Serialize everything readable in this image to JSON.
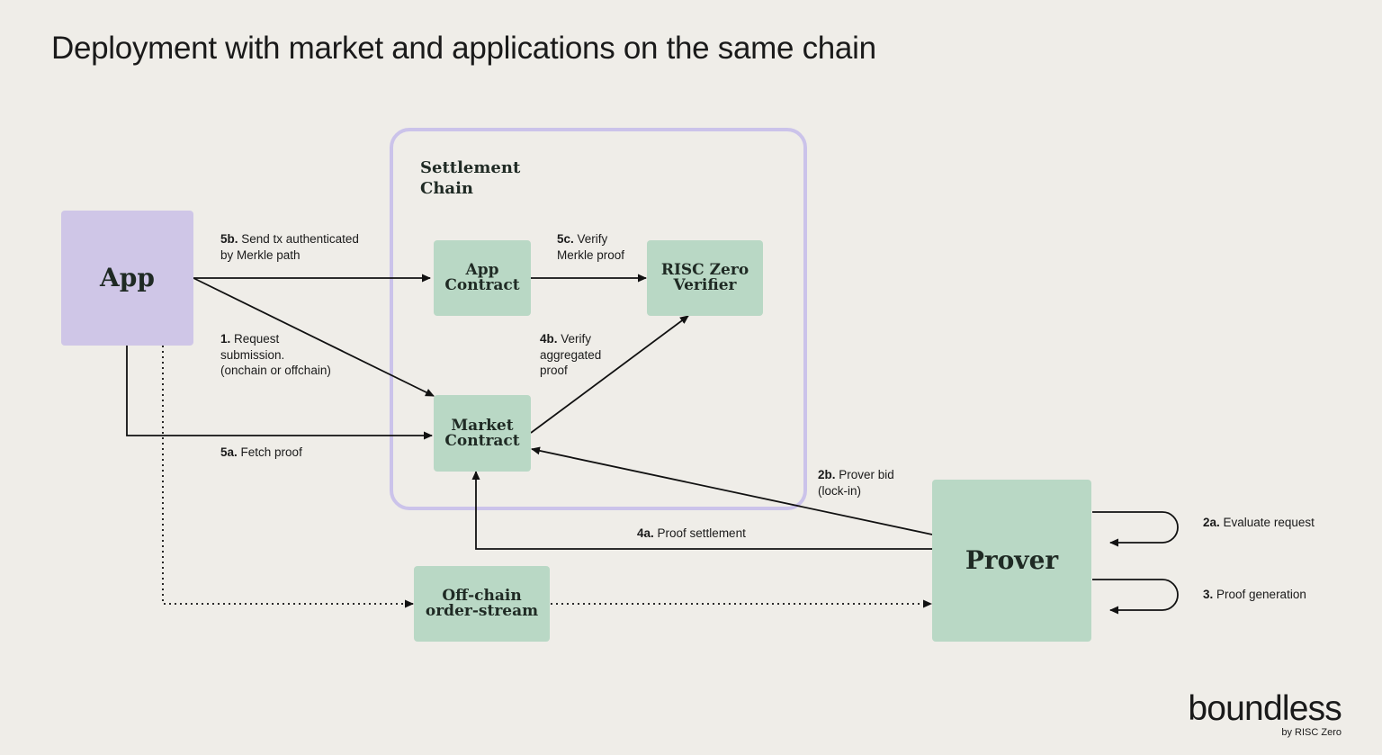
{
  "title": "Deployment with market and applications on the same chain",
  "group": {
    "label": "Settlement\nChain"
  },
  "nodes": {
    "app": "App",
    "app_contract": "App\nContract",
    "risc_zero_verifier": "RISC Zero\nVerifier",
    "market_contract": "Market\nContract",
    "offchain_order_stream": "Off-chain\norder-stream",
    "prover": "Prover"
  },
  "edges": {
    "e5b": {
      "step": "5b.",
      "text": " Send tx authenticated\nby Merkle path"
    },
    "e5c": {
      "step": "5c.",
      "text": " Verify\nMerkle proof"
    },
    "e1": {
      "step": "1.",
      "text": " Request\nsubmission.\n(onchain or offchain)"
    },
    "e4b": {
      "step": "4b.",
      "text": " Verify\naggregated\nproof"
    },
    "e5a": {
      "step": "5a.",
      "text": " Fetch proof"
    },
    "e2b": {
      "step": "2b.",
      "text": " Prover bid\n(lock-in)"
    },
    "e4a": {
      "step": "4a.",
      "text": " Proof settlement"
    },
    "e2a": {
      "step": "2a.",
      "text": " Evaluate request"
    },
    "e3": {
      "step": "3.",
      "text": " Proof generation"
    }
  },
  "logo": {
    "word": "boundless",
    "sub": "by RISC Zero"
  }
}
